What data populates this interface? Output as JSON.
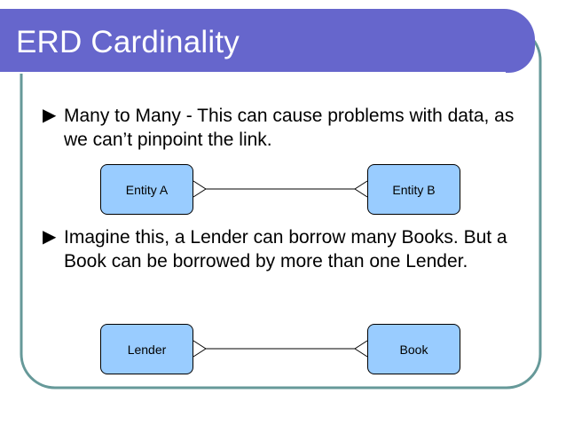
{
  "slide": {
    "title": "ERD Cardinality",
    "accent_color": "#6666cc",
    "border_color": "#669999",
    "entity_fill": "#99ccff"
  },
  "bullets": [
    {
      "icon": "bullet-triangle-icon",
      "glyph": "▶",
      "text": "Many to Many - This can cause problems with data, as we can’t pinpoint the link."
    },
    {
      "icon": "bullet-triangle-icon",
      "glyph": "▶",
      "text": "Imagine this, a Lender can borrow many Books. But a Book can be borrowed by more than one Lender."
    }
  ],
  "diagrams": [
    {
      "left_entity": "Entity A",
      "right_entity": "Entity B",
      "relationship": "many-to-many"
    },
    {
      "left_entity": "Lender",
      "right_entity": "Book",
      "relationship": "many-to-many"
    }
  ]
}
